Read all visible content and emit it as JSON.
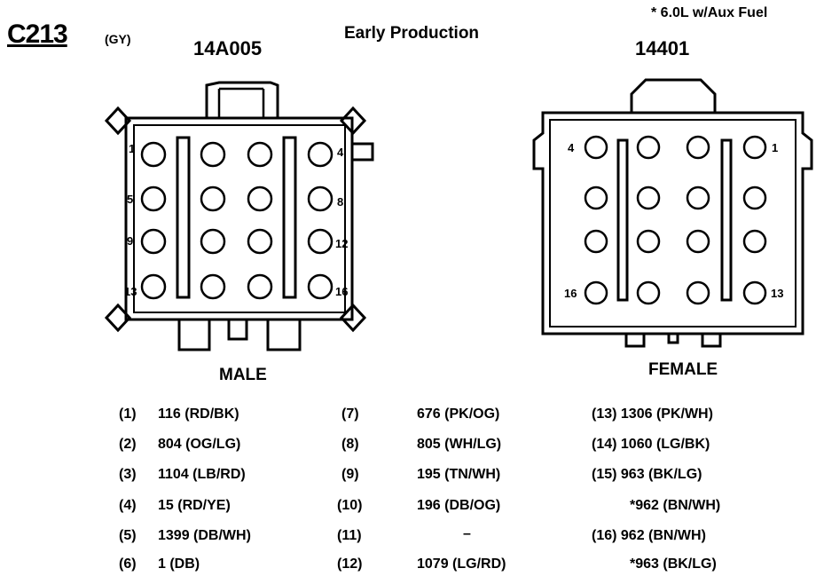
{
  "header": {
    "connector_id": "C213",
    "connector_color": "(GY)",
    "production_note": "Early Production",
    "footnote": "*   6.0L w/Aux Fuel"
  },
  "connectors": {
    "left": {
      "part_number": "14A005",
      "gender": "MALE",
      "pin_labels": [
        "1",
        "4",
        "5",
        "8",
        "9",
        "12",
        "13",
        "16"
      ]
    },
    "right": {
      "part_number": "14401",
      "gender": "FEMALE",
      "pin_labels": [
        "4",
        "1",
        "16",
        "13"
      ]
    }
  },
  "circuits": [
    {
      "pin": "(1)",
      "circuit": "116 (RD/BK)"
    },
    {
      "pin": "(2)",
      "circuit": "804 (OG/LG)"
    },
    {
      "pin": "(3)",
      "circuit": "1104 (LB/RD)"
    },
    {
      "pin": "(4)",
      "circuit": "15 (RD/YE)"
    },
    {
      "pin": "(5)",
      "circuit": "1399 (DB/WH)"
    },
    {
      "pin": "(6)",
      "circuit": "1 (DB)"
    },
    {
      "pin": "(7)",
      "circuit": "676 (PK/OG)"
    },
    {
      "pin": "(8)",
      "circuit": "805 (WH/LG)"
    },
    {
      "pin": "(9)",
      "circuit": "195 (TN/WH)"
    },
    {
      "pin": "(10)",
      "circuit": "196 (DB/OG)"
    },
    {
      "pin": "(11)",
      "circuit": "–"
    },
    {
      "pin": "(12)",
      "circuit": "1079 (LG/RD)"
    },
    {
      "pin": "",
      "circuit": "(13) 1306 (PK/WH)"
    },
    {
      "pin": "",
      "circuit": "(14) 1060 (LG/BK)"
    },
    {
      "pin": "",
      "circuit": "(15) 963 (BK/LG)"
    },
    {
      "pin": "",
      "circuit": "*962 (BN/WH)"
    },
    {
      "pin": "",
      "circuit": "(16) 962 (BN/WH)"
    },
    {
      "pin": "",
      "circuit": "*963 (BK/LG)"
    }
  ]
}
